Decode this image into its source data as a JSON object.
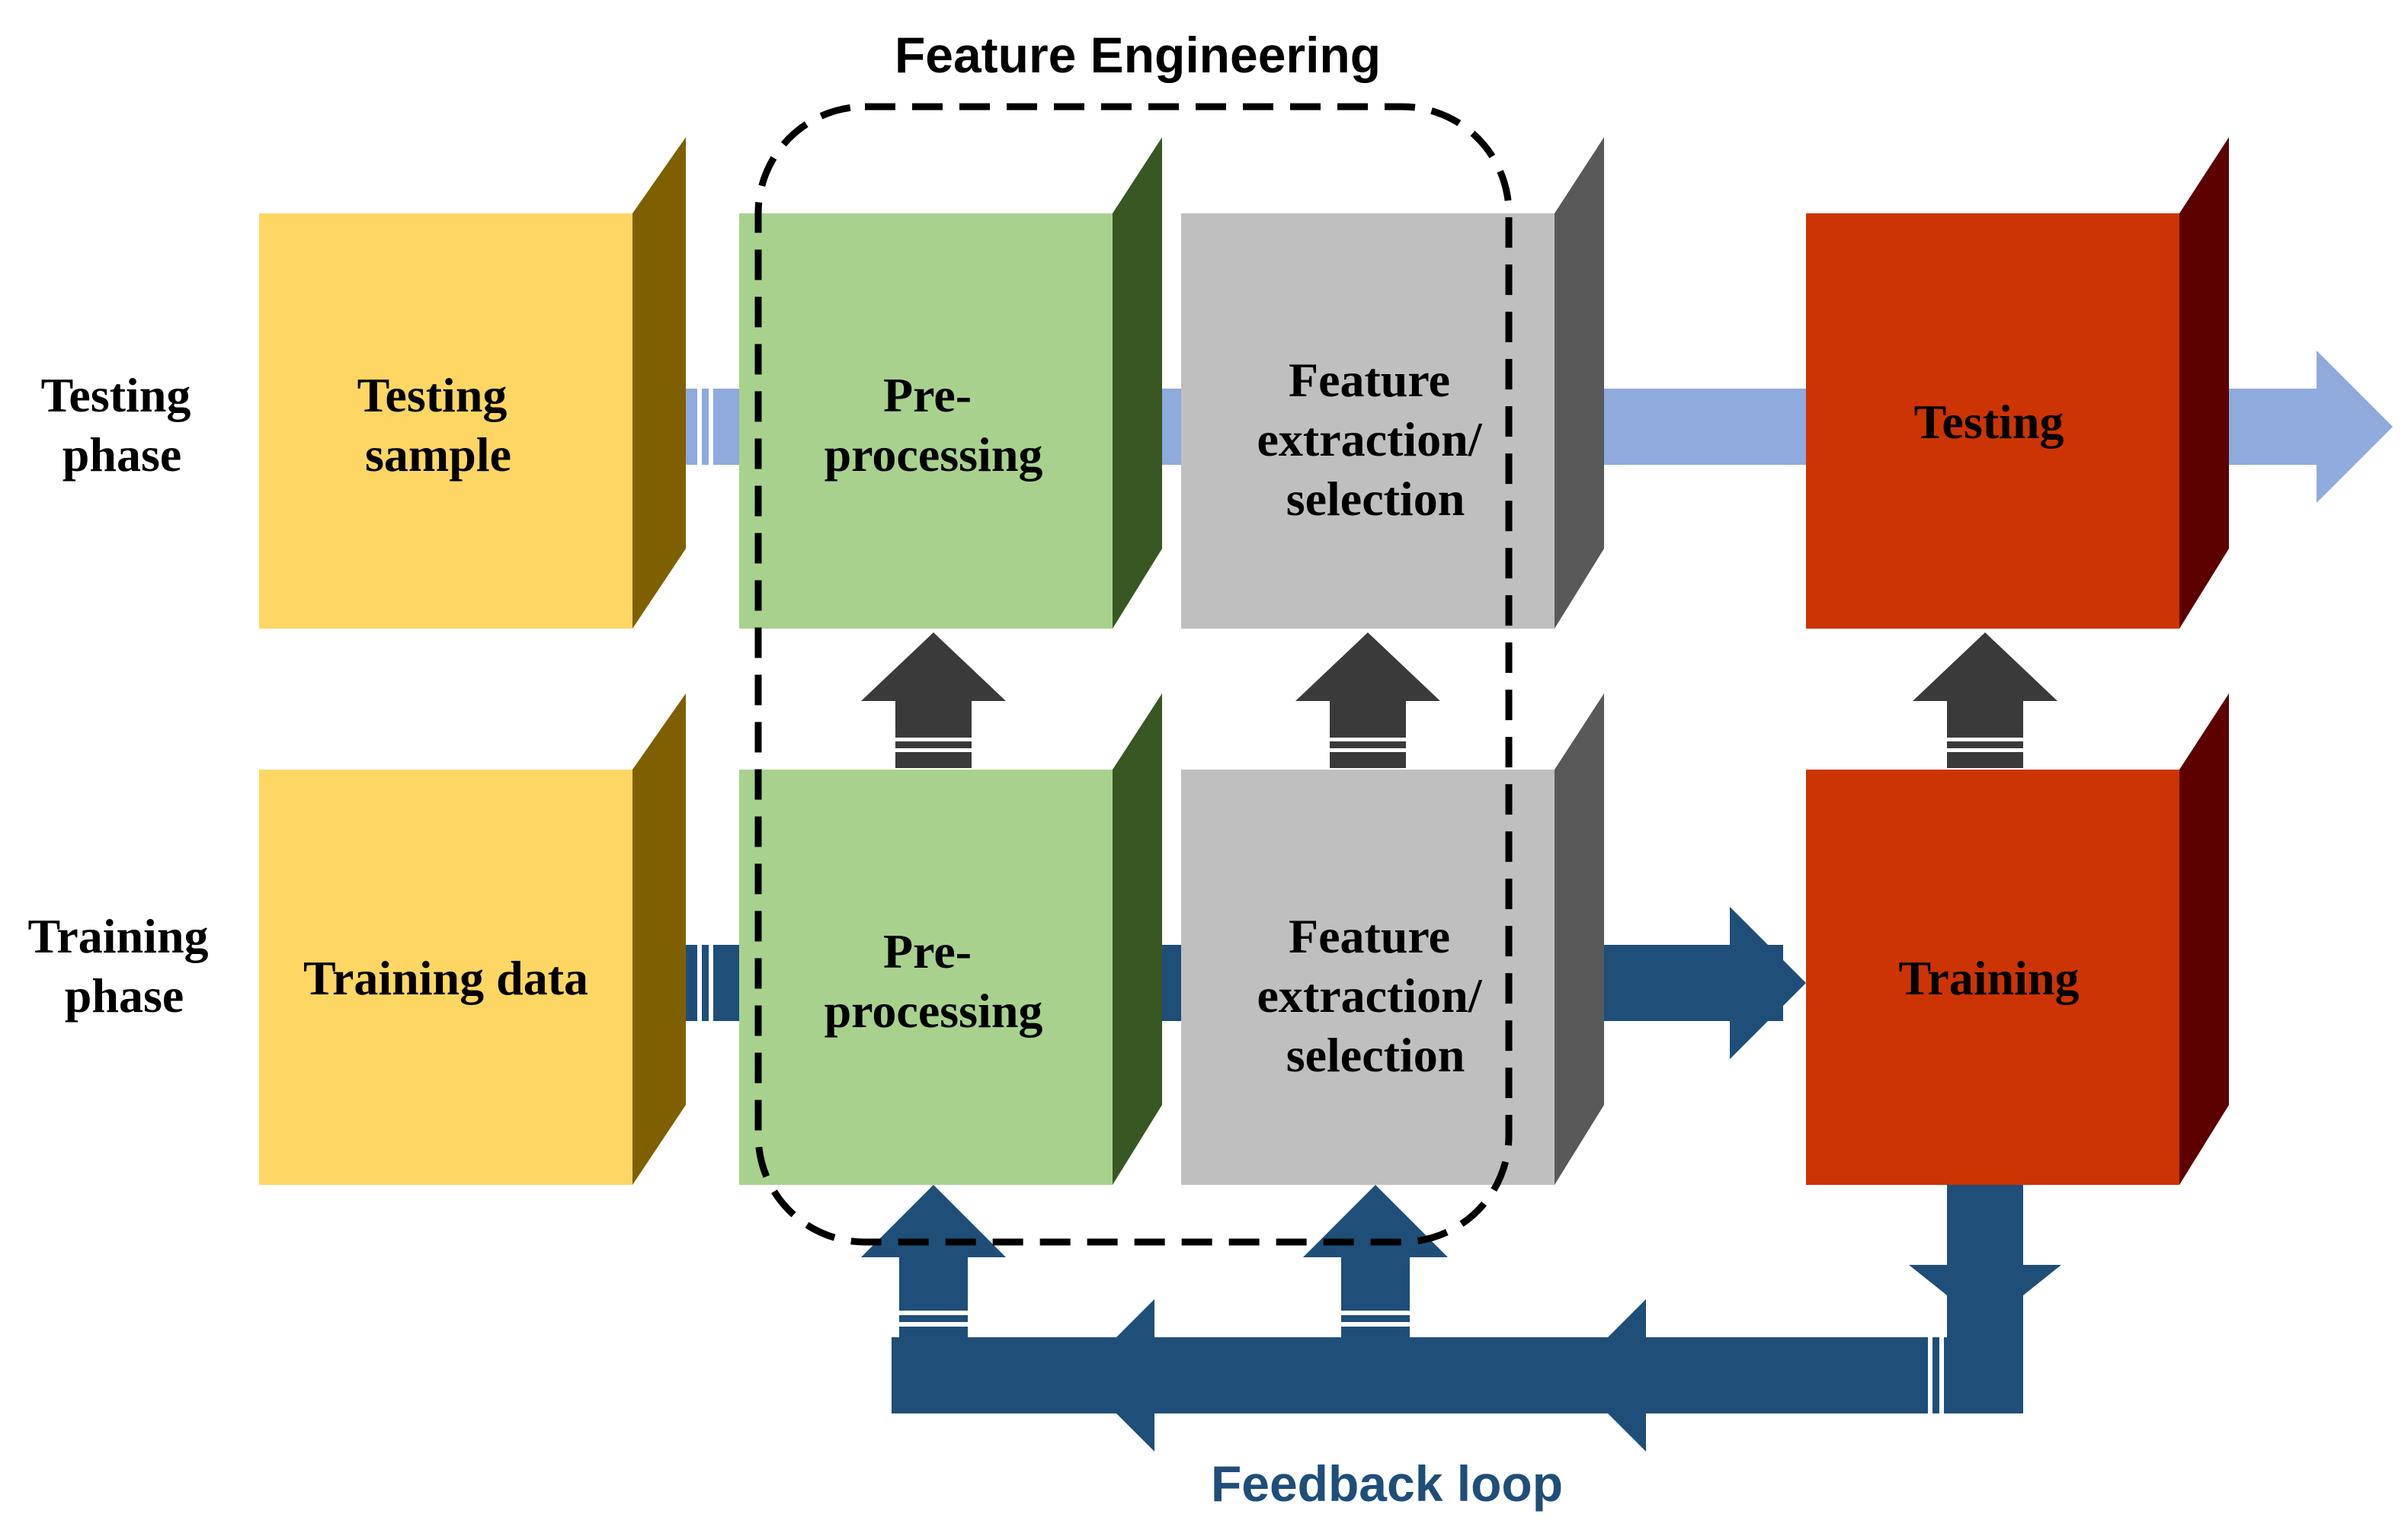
{
  "title": "Feature Engineering",
  "feedback_label": "Feedback loop",
  "rows": {
    "testing": {
      "phase_label": [
        "Testing",
        "phase"
      ],
      "input": [
        "Testing",
        "sample"
      ],
      "preprocess": [
        "Pre-",
        "processing"
      ],
      "feature": [
        "Feature",
        "extraction/",
        "selection"
      ],
      "model": [
        "Testing"
      ]
    },
    "training": {
      "phase_label": [
        "Training",
        "phase"
      ],
      "input": [
        "Training data"
      ],
      "preprocess": [
        "Pre-",
        "processing"
      ],
      "feature": [
        "Feature",
        "extraction/",
        "selection"
      ],
      "model": [
        "Training"
      ]
    }
  },
  "colors": {
    "input_front": "#FDD663",
    "input_side": "#7F6000",
    "preprocess_front": "#A9D18E",
    "preprocess_side": "#385723",
    "feature_front": "#BFBFBF",
    "feature_side": "#595959",
    "model_front": "#CC3404",
    "model_side": "#5C0000",
    "testing_flow": "#8FAADC",
    "training_flow": "#1F4E79",
    "up_arrow": "#3A3A3A",
    "feedback_text": "#1F4E79"
  }
}
